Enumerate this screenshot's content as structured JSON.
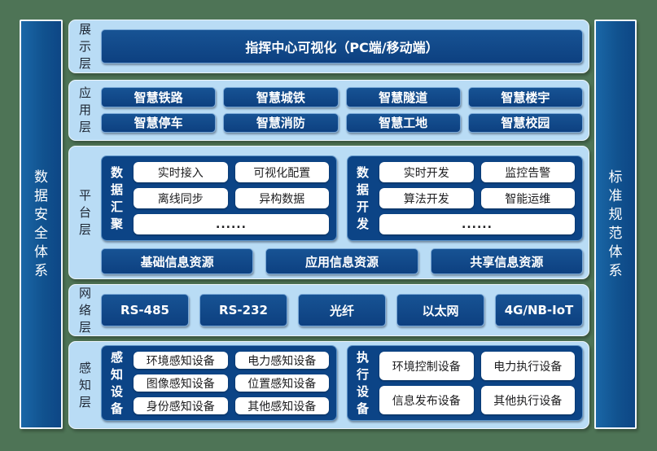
{
  "colors": {
    "background": "#4e7456",
    "panel": "#b9dcf5",
    "pillar_hi": "#1a67a7",
    "pillar_lo": "#0d4685",
    "box_hi": "#175394",
    "box_lo": "#0d4080",
    "group_bg": "#0c4486",
    "text_light": "#ffffff",
    "text_dark": "#1d2633"
  },
  "left_pillar": {
    "label": "数据安全体系"
  },
  "right_pillar": {
    "label": "标准规范体系"
  },
  "layers": [
    {
      "name": "展示层",
      "title_box": "指挥中心可视化（PC端/移动端）"
    },
    {
      "name": "应用层",
      "items": [
        "智慧铁路",
        "智慧城铁",
        "智慧隧道",
        "智慧楼宇",
        "智慧停车",
        "智慧消防",
        "智慧工地",
        "智慧校园"
      ]
    },
    {
      "name": "平台层",
      "groups": [
        {
          "label": "数据汇聚",
          "items": [
            "实时接入",
            "可视化配置",
            "离线同步",
            "异构数据"
          ],
          "more": "......"
        },
        {
          "label": "数据开发",
          "items": [
            "实时开发",
            "监控告警",
            "算法开发",
            "智能运维"
          ],
          "more": "......"
        }
      ],
      "resources": [
        "基础信息资源",
        "应用信息资源",
        "共享信息资源"
      ]
    },
    {
      "name": "网络层",
      "items": [
        "RS-485",
        "RS-232",
        "光纤",
        "以太网",
        "4G/NB-IoT"
      ]
    },
    {
      "name": "感知层",
      "groups": [
        {
          "label": "感知设备",
          "items": [
            "环境感知设备",
            "电力感知设备",
            "图像感知设备",
            "位置感知设备",
            "身份感知设备",
            "其他感知设备"
          ]
        },
        {
          "label": "执行设备",
          "items": [
            "环境控制设备",
            "电力执行设备",
            "信息发布设备",
            "其他执行设备"
          ]
        }
      ]
    }
  ]
}
